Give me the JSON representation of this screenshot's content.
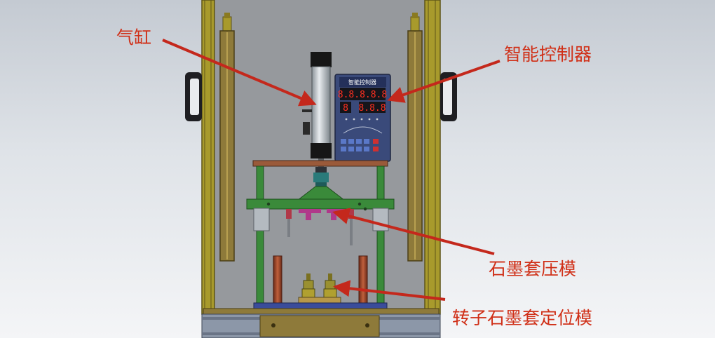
{
  "labels": {
    "cylinder": "气缸",
    "controller": "智能控制器",
    "press_die": "石墨套压模",
    "positioning_die": "转子石墨套定位模"
  },
  "controller_panel": {
    "title": "智能控制器",
    "display_upper": "8.8.8.8.8",
    "display_lower_left": "8",
    "display_lower_right": "8.8.8"
  },
  "colors": {
    "callout_text": "#d03018",
    "arrow": "#c4281c",
    "frame": "#a89a2c",
    "frame_dark": "#5e5418",
    "column": "#3a8a3a",
    "platen": "#9a5a3a",
    "die_magenta": "#b0388a",
    "panel": "#3a4a7a",
    "led": "#ff3020"
  }
}
